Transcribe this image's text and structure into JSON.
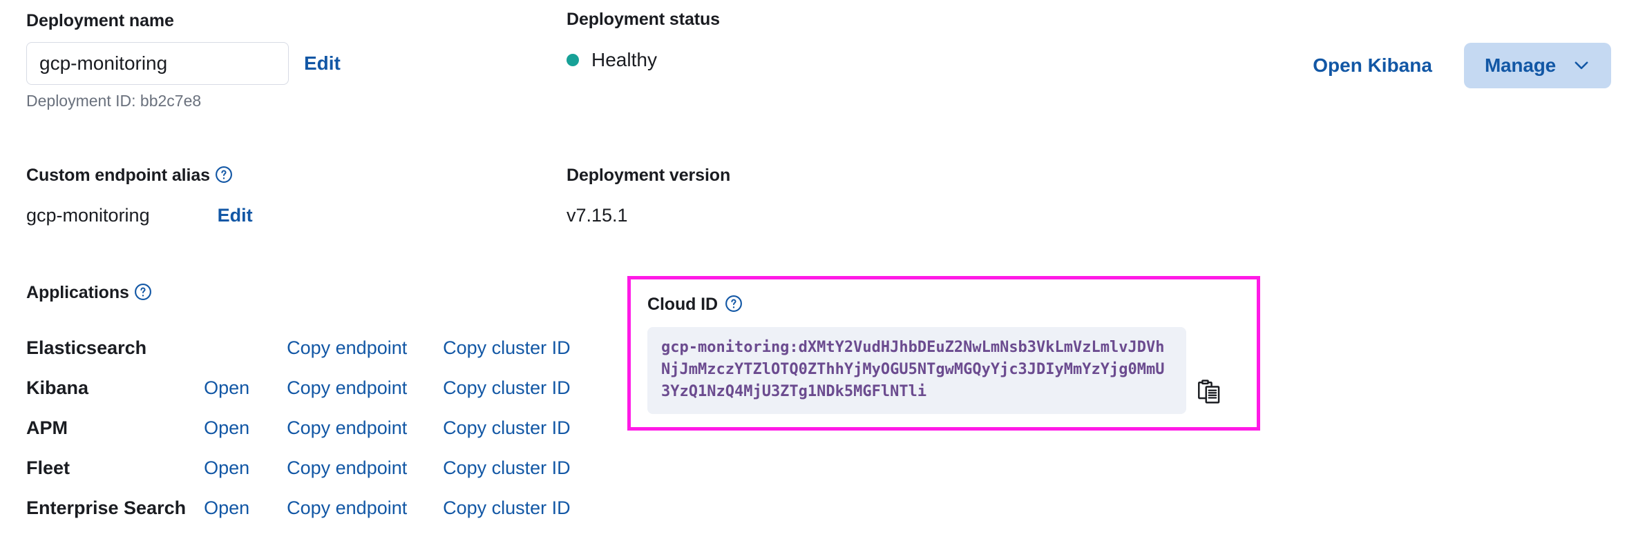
{
  "deployment_name": {
    "label": "Deployment name",
    "value": "gcp-monitoring",
    "edit_label": "Edit",
    "deployment_id_text": "Deployment ID: bb2c7e8"
  },
  "deployment_status": {
    "label": "Deployment status",
    "value": "Healthy",
    "dot_color": "#17a197"
  },
  "top_actions": {
    "open_kibana_label": "Open Kibana",
    "manage_label": "Manage"
  },
  "custom_endpoint_alias": {
    "label": "Custom endpoint alias",
    "value": "gcp-monitoring",
    "edit_label": "Edit"
  },
  "deployment_version": {
    "label": "Deployment version",
    "value": "v7.15.1"
  },
  "applications": {
    "label": "Applications",
    "rows": [
      {
        "name": "Elasticsearch",
        "open": "",
        "copy_endpoint": "Copy endpoint",
        "copy_cluster_id": "Copy cluster ID"
      },
      {
        "name": "Kibana",
        "open": "Open",
        "copy_endpoint": "Copy endpoint",
        "copy_cluster_id": "Copy cluster ID"
      },
      {
        "name": "APM",
        "open": "Open",
        "copy_endpoint": "Copy endpoint",
        "copy_cluster_id": "Copy cluster ID"
      },
      {
        "name": "Fleet",
        "open": "Open",
        "copy_endpoint": "Copy endpoint",
        "copy_cluster_id": "Copy cluster ID"
      },
      {
        "name": "Enterprise Search",
        "open": "Open",
        "copy_endpoint": "Copy endpoint",
        "copy_cluster_id": "Copy cluster ID"
      }
    ]
  },
  "cloud_id": {
    "label": "Cloud ID",
    "value": "gcp-monitoring:dXMtY2VudHJhbDEuZ2NwLmNsb3VkLmVzLmlvJDVhNjJmMzczYTZlOTQ0ZThhYjMyOGU5NTgwMGQyYjc3JDIyMmYzYjg0MmU3YzQ1NzQ4MjU3ZTg1NDk5MGFlNTli",
    "highlight_color": "#ff1ae6",
    "text_color": "#6b4b8f",
    "background_color": "#eef1f7"
  },
  "icons": {
    "help": "help-circle-icon",
    "copy": "copy-clipboard-icon",
    "chevron": "chevron-down-icon"
  }
}
